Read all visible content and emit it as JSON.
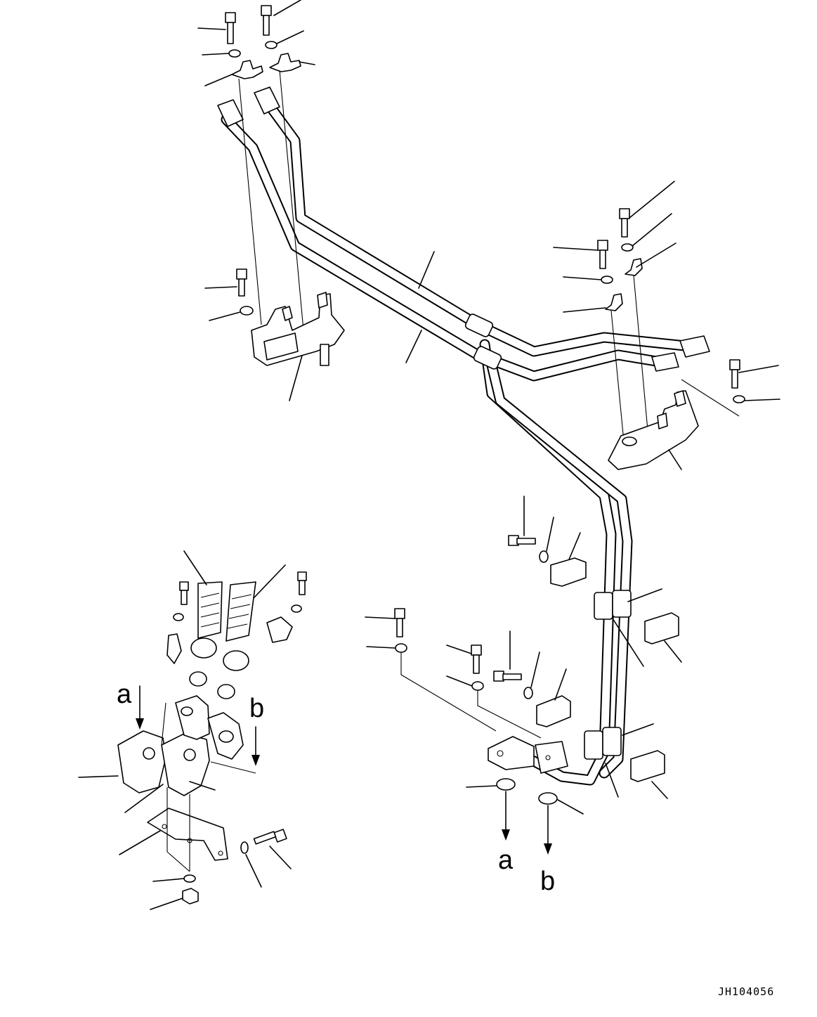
{
  "diagram": {
    "drawing_code": "JH104056",
    "connection_labels": {
      "a_top": "a",
      "b_top": "b",
      "a_bottom": "a",
      "b_bottom": "b"
    }
  }
}
